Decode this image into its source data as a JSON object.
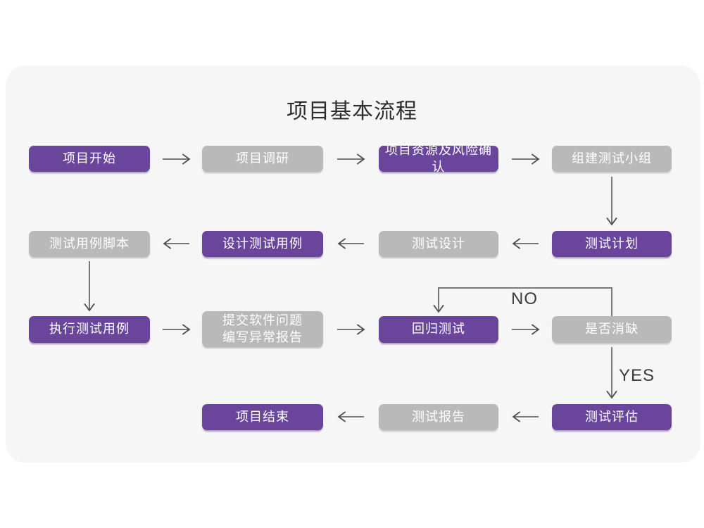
{
  "title": "项目基本流程",
  "edge_labels": {
    "no": "NO",
    "yes": "YES"
  },
  "nodes": [
    {
      "label": "项目开始",
      "type": "primary"
    },
    {
      "label": "项目调研",
      "type": "secondary"
    },
    {
      "label": "项目资源及风险确认",
      "type": "primary"
    },
    {
      "label": "组建测试小组",
      "type": "secondary"
    },
    {
      "label": "测试计划",
      "type": "primary"
    },
    {
      "label": "测试设计",
      "type": "secondary"
    },
    {
      "label": "设计测试用例",
      "type": "primary"
    },
    {
      "label": "测试用例脚本",
      "type": "secondary"
    },
    {
      "label": "执行测试用例",
      "type": "primary"
    },
    {
      "label": "提交软件问题\n编写异常报告",
      "type": "secondary"
    },
    {
      "label": "回归测试",
      "type": "primary"
    },
    {
      "label": "是否消缺",
      "type": "secondary"
    },
    {
      "label": "测试评估",
      "type": "primary"
    },
    {
      "label": "测试报告",
      "type": "secondary"
    },
    {
      "label": "项目结束",
      "type": "primary"
    }
  ],
  "colors": {
    "primary": "#6a459c",
    "secondary": "#b9b9b9",
    "node_text": "#ffffff",
    "arrow_color": "#4f4f4f",
    "card_bg": "#f6f6f6",
    "title_color": "#2d2d2d",
    "edge_label_color": "#3d3d3d"
  }
}
